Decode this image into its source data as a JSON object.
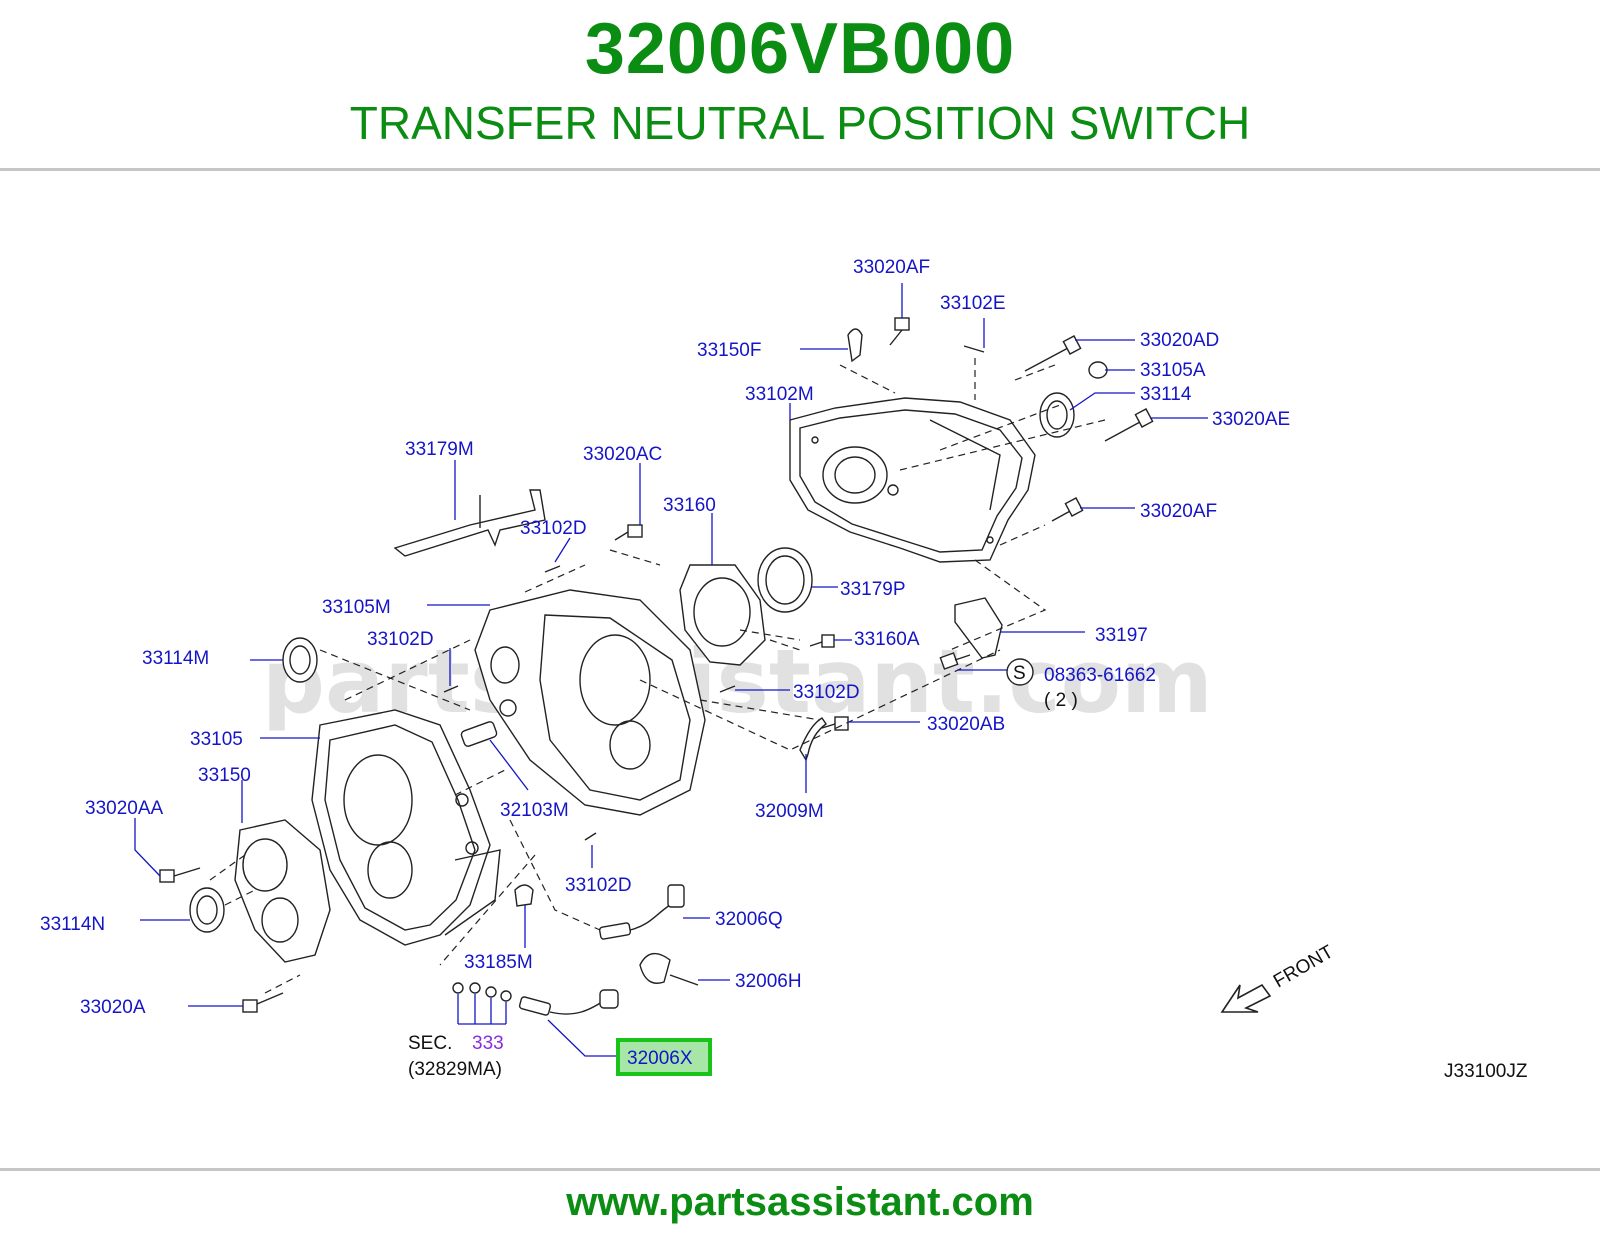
{
  "header": {
    "part_number": "32006VB000",
    "part_name": "TRANSFER NEUTRAL POSITION SWITCH"
  },
  "diagram": {
    "watermark": "partsassistant.com",
    "diagram_code": "J33100JZ",
    "front_label": "FRONT",
    "highlighted_part": "32006X",
    "section_ref": {
      "prefix": "SEC.",
      "number": "333",
      "sub": "(32829MA)"
    },
    "screw_ref": {
      "symbol": "S",
      "part": "08363-61662",
      "qty": "( 2 )"
    },
    "labels": {
      "p33020AF_top": "33020AF",
      "p33102E": "33102E",
      "p33020AD": "33020AD",
      "p33150F": "33150F",
      "p33105A": "33105A",
      "p33102M": "33102M",
      "p33114": "33114",
      "p33020AE": "33020AE",
      "p33179M": "33179M",
      "p33020AC": "33020AC",
      "p33160": "33160",
      "p33020AF_mid": "33020AF",
      "p33102D_a": "33102D",
      "p33179P": "33179P",
      "p33105M": "33105M",
      "p33197": "33197",
      "p33160A": "33160A",
      "p33114M": "33114M",
      "p33102D_b": "33102D",
      "p33102D_c": "33102D",
      "p33020AB": "33020AB",
      "p33105": "33105",
      "p33150": "33150",
      "p32103M": "32103M",
      "p32009M": "32009M",
      "p33020AA": "33020AA",
      "p33102D_d": "33102D",
      "p32006Q": "32006Q",
      "p33114N": "33114N",
      "p33185M": "33185M",
      "p32006H": "32006H",
      "p33020A": "33020A"
    }
  },
  "footer": {
    "url": "www.partsassistant.com"
  },
  "colors": {
    "brand_green": "#0b8c12",
    "label_blue": "#1515c8",
    "highlight_green": "#19c319",
    "rule_gray": "#c6c6c6"
  }
}
